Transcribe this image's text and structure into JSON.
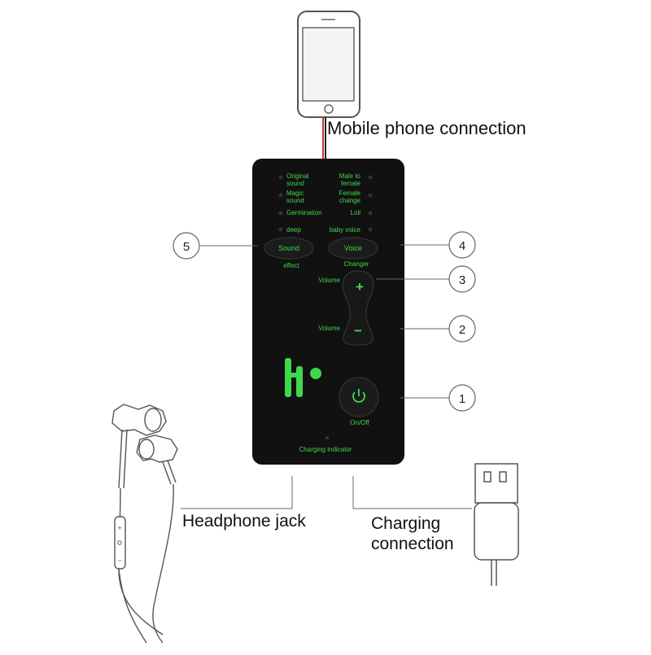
{
  "labels": {
    "mobile_connection": "Mobile phone connection",
    "headphone_jack": "Headphone jack",
    "charging_connection_line1": "Charging",
    "charging_connection_line2": "connection"
  },
  "device": {
    "modes_left": [
      {
        "line1": "Original",
        "line2": "sound"
      },
      {
        "line1": "Magic",
        "line2": "sound"
      },
      {
        "line1": "Germination",
        "line2": ""
      },
      {
        "line1": "deep",
        "line2": ""
      }
    ],
    "modes_right": [
      {
        "line1": "Male to",
        "line2": "female"
      },
      {
        "line1": "Female",
        "line2": "change"
      },
      {
        "line1": "Loli",
        "line2": ""
      },
      {
        "line1": "baby voice",
        "line2": ""
      }
    ],
    "sound_button": "Sound",
    "sound_caption": "effect",
    "voice_button": "Voice",
    "voice_caption": "Changer",
    "volume_up_label": "Volume",
    "volume_down_label": "Volume",
    "plus_symbol": "+",
    "minus_symbol": "−",
    "power_caption": "On/Off",
    "charging_indicator": "Charging indicator",
    "headset_plus": "+",
    "headset_minus": "−"
  },
  "callouts": [
    "1",
    "2",
    "3",
    "4",
    "5"
  ],
  "colors": {
    "device_body": "#111111",
    "device_text": "#3fd84a",
    "cable_red": "#c0392b"
  }
}
